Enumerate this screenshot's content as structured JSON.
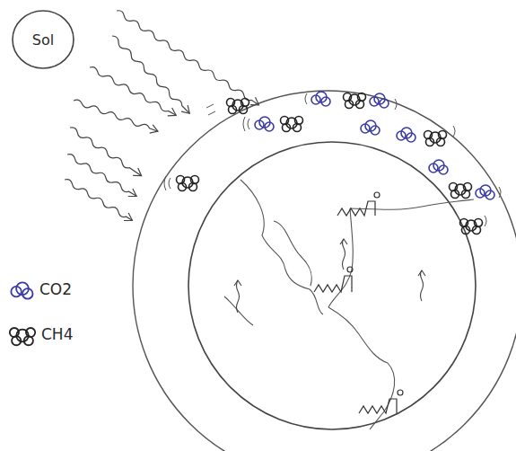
{
  "diagram": {
    "nodes": [
      {
        "text": [
          "Sol"
        ]
      }
    ],
    "legend": [
      {
        "text": "CO2"
      },
      {
        "text": "CH4"
      }
    ]
  }
}
